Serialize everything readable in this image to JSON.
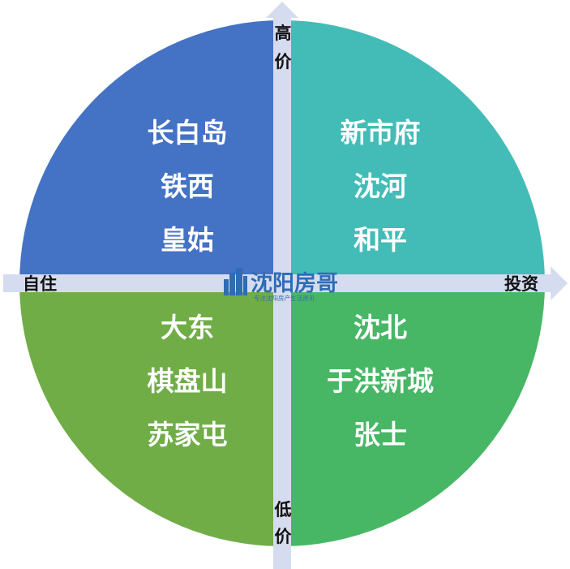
{
  "quadrants": {
    "top_left": {
      "color": "#4472C4",
      "items": [
        "长白岛",
        "铁西",
        "皇姑"
      ]
    },
    "top_right": {
      "color": "#43BCB7",
      "items": [
        "新市府",
        "沈河",
        "和平"
      ]
    },
    "bottom_left": {
      "color": "#70AD47",
      "items": [
        "大东",
        "棋盘山",
        "苏家屯"
      ]
    },
    "bottom_right": {
      "color": "#47B766",
      "items": [
        "沈北",
        "于洪新城",
        "张士"
      ]
    }
  },
  "axes": {
    "color": "#D6DCEF",
    "top_label": [
      "高",
      "价"
    ],
    "bottom_label": [
      "低",
      "价"
    ],
    "left_label": "自住",
    "right_label": "投资"
  },
  "logo": {
    "text": "沈阳房哥",
    "subtitle": "专注沈阳房产生活资讯",
    "color": "#2E6DB4"
  }
}
